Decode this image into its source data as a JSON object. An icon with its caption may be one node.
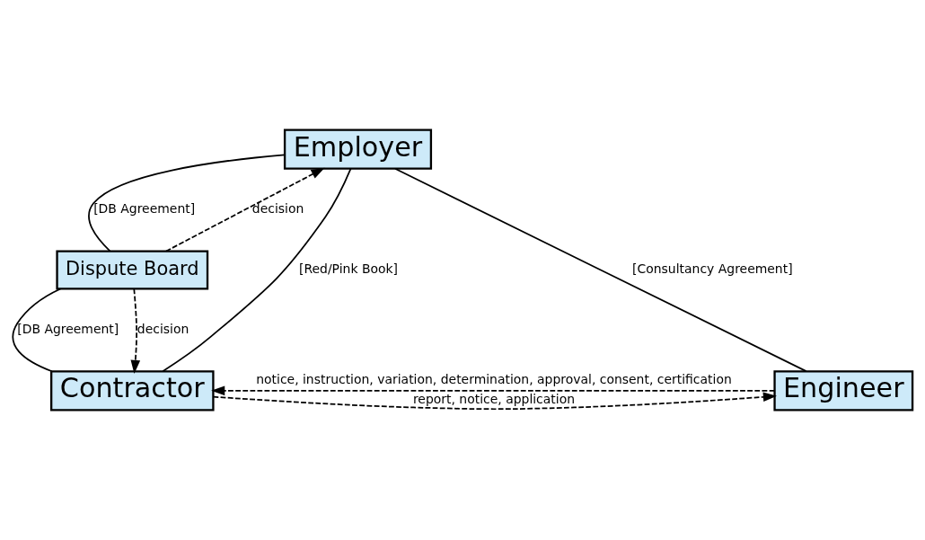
{
  "diagram": {
    "nodes": [
      {
        "text": [
          "Employer"
        ]
      },
      {
        "text": [
          "Dispute Board"
        ]
      },
      {
        "text": [
          "Contractor"
        ]
      },
      {
        "text": [
          "Engineer"
        ]
      }
    ],
    "edges": [
      {
        "from": 0,
        "to": 1,
        "arrow": "none",
        "label": "[DB Agreement]"
      },
      {
        "from": 1,
        "to": 0,
        "arrow": "to",
        "label": "decision",
        "style": "dashed"
      },
      {
        "from": 0,
        "to": 2,
        "arrow": "none",
        "label": "[Red/Pink Book]"
      },
      {
        "from": 0,
        "to": 3,
        "arrow": "none",
        "label": "[Consultancy Agreement]"
      },
      {
        "from": 1,
        "to": 2,
        "arrow": "none",
        "label": "[DB Agreement]"
      },
      {
        "from": 1,
        "to": 2,
        "arrow": "to",
        "label": "decision",
        "style": "dashed"
      },
      {
        "from": 2,
        "to": 3,
        "arrow": "to",
        "label": "report, notice, application",
        "style": "dashed"
      },
      {
        "from": 3,
        "to": 2,
        "arrow": "to",
        "label": "notice, instruction, variation, determination, approval, consent, certification",
        "style": "dashed"
      }
    ]
  }
}
